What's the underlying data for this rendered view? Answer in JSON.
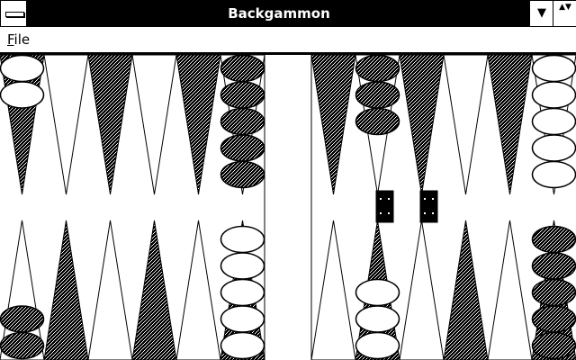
{
  "window": {
    "title": "Backgammon",
    "sysmenu_icon": "system-menu-icon",
    "minimize_icon": "▼",
    "maximize_icon": "▲▼"
  },
  "menu": {
    "file_label_first": "F",
    "file_label_rest": "ile"
  },
  "colors": {
    "background": "#ffffff",
    "ink": "#000000",
    "dark_point_pattern": "stipple-black"
  },
  "board": {
    "top_checkers": [
      {
        "point": 1,
        "color": "white",
        "count": 2
      },
      {
        "point": 5,
        "color": "dark",
        "count": 5
      },
      {
        "point": 7,
        "color": "dark",
        "count": 3
      },
      {
        "point": 12,
        "color": "white",
        "count": 5
      }
    ],
    "bottom_checkers": [
      {
        "point": 1,
        "color": "dark",
        "count": 2
      },
      {
        "point": 5,
        "color": "white",
        "count": 5
      },
      {
        "point": 7,
        "color": "white",
        "count": 3
      },
      {
        "point": 12,
        "color": "dark",
        "count": 5
      }
    ],
    "dice": [
      {
        "value": 4
      },
      {
        "value": 4
      }
    ]
  }
}
